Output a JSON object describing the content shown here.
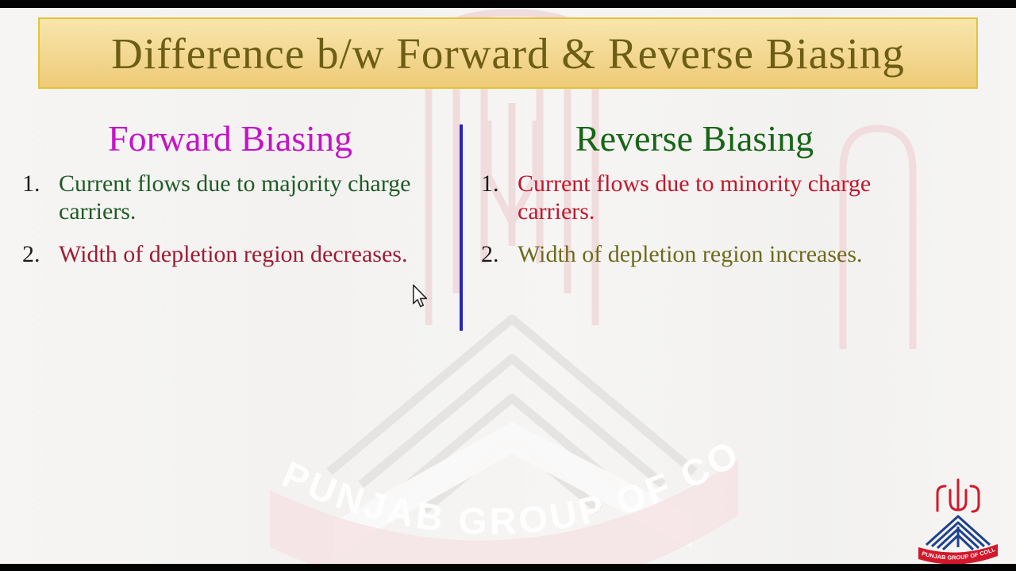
{
  "slide": {
    "title": "Difference b/w Forward & Reverse Biasing",
    "left": {
      "heading": "Forward Biasing",
      "items": [
        {
          "number": "1.",
          "text": "Current flows due to majority charge\ncarriers."
        },
        {
          "number": "2.",
          "text": "Width of depletion region decreases."
        }
      ]
    },
    "right": {
      "heading": "Reverse Biasing",
      "items": [
        {
          "number": "1.",
          "text": "Current flows due to minority charge\ncarriers."
        },
        {
          "number": "2.",
          "text": "Width of depletion region increases."
        }
      ]
    }
  },
  "watermark": {
    "text": "PUNJAB GROUP OF COLLEGES"
  },
  "logo": {
    "banner_text": "PUNJAB GROUP OF COLLEGES"
  },
  "colors": {
    "title_text": "#6c5e14",
    "title_border": "#e3c33a",
    "title_bg_top": "#f8e5ac",
    "title_bg_bottom": "#edca77",
    "forward_heading": "#c414c8",
    "reverse_heading": "#176517",
    "forward_item_1": "#1f5c28",
    "forward_item_2": "#9f1b34",
    "reverse_item_1": "#c2172e",
    "reverse_item_2": "#6e6a1e",
    "list_number": "#1c1c1c",
    "divider": "#2626b8",
    "logo_red": "#d3182b",
    "logo_blue": "#1e418f"
  }
}
